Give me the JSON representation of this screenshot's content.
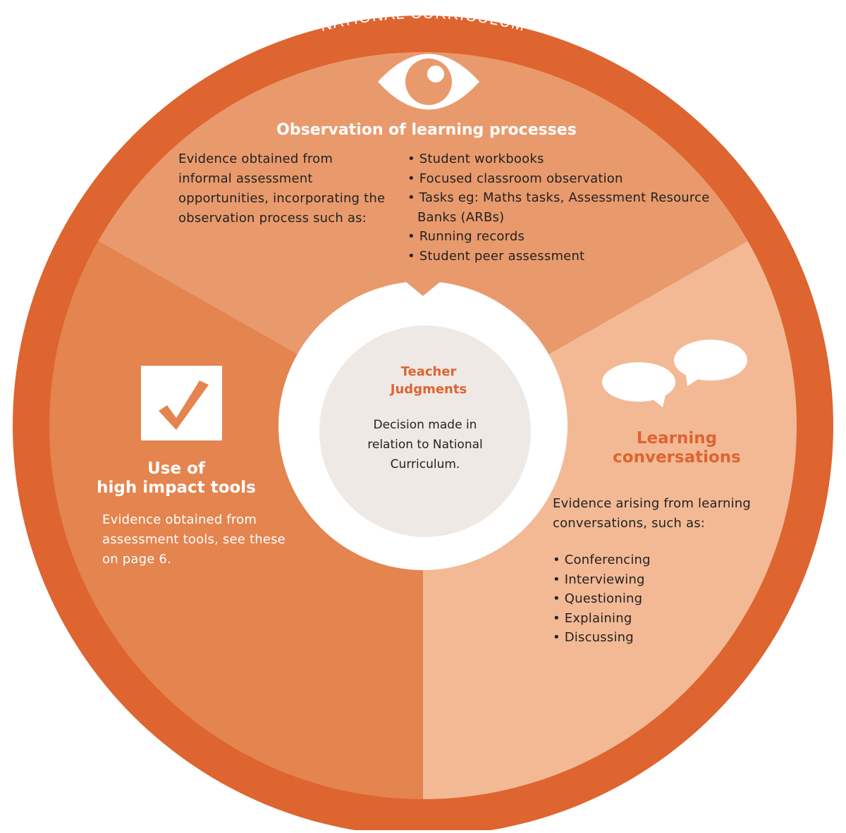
{
  "ring_label": "NATIONAL CURRICULUM",
  "colors": {
    "outer_ring": "#DE6430",
    "observation_sector": "#E99A6C",
    "tools_sector": "#E4844F",
    "conversations_sector": "#F3B995",
    "center_ring": "#FFFFFF",
    "center_disc": "#EEE9E4",
    "accent_text": "#DE6430"
  },
  "center": {
    "title_line1": "Teacher",
    "title_line2": "Judgments",
    "text_line1": "Decision made in",
    "text_line2": "relation to National",
    "text_line3": "Curriculum."
  },
  "observation": {
    "icon": "eye-icon",
    "title": "Observation of learning processes",
    "description_lines": [
      "Evidence obtained from",
      "informal assessment",
      "opportunities, incorporating the",
      "observation process such as:"
    ],
    "items": [
      "Student workbooks",
      "Focused classroom observation",
      "Tasks eg: Maths tasks, Assessment Resource",
      "Running records",
      "Student peer assessment"
    ],
    "item_continuation": "Banks (ARBs)"
  },
  "tools": {
    "icon": "checkmark-icon",
    "title_line1": "Use of",
    "title_line2": "high impact tools",
    "description_lines": [
      "Evidence obtained from",
      "assessment tools, see these",
      "on page 6."
    ]
  },
  "conversations": {
    "icon": "speech-bubbles-icon",
    "title_line1": "Learning",
    "title_line2": "conversations",
    "description_lines": [
      "Evidence arising from learning",
      "conversations, such as:"
    ],
    "items": [
      "Conferencing",
      "Interviewing",
      "Questioning",
      "Explaining",
      "Discussing"
    ]
  }
}
